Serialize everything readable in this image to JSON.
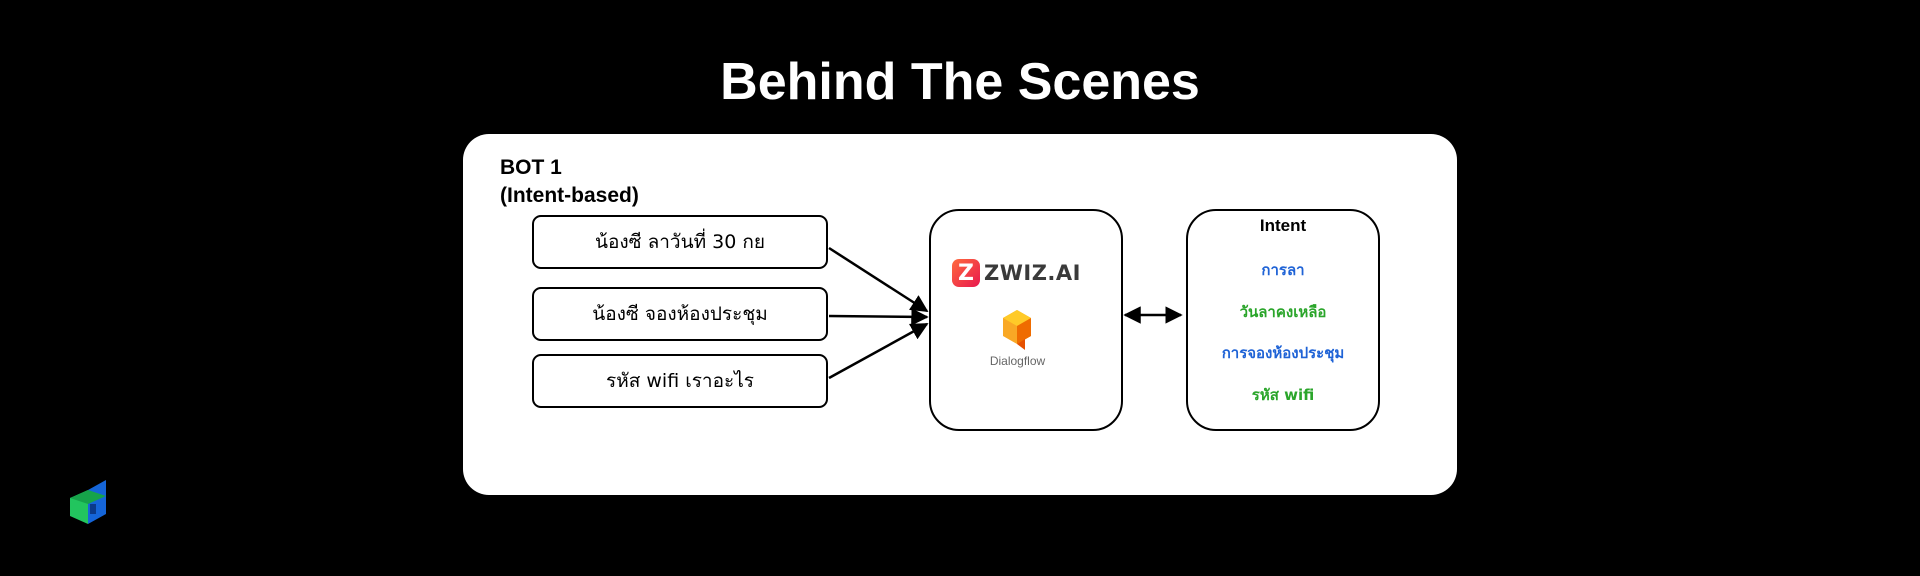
{
  "title": "Behind The Scenes",
  "bot": {
    "title_line1": "BOT 1",
    "title_line2": "(Intent-based)"
  },
  "messages": [
    "น้องซี ลาวันที่ 30 กย",
    "น้องซี จองห้องประชุม",
    "รหัส wifi เราอะไร"
  ],
  "nlu": {
    "zwiz_label": "ZWIZ.AI",
    "zwiz_logo_glyph": "Z",
    "dialogflow_label": "Dialogflow"
  },
  "intent": {
    "heading": "Intent",
    "items": [
      {
        "label": "การลา",
        "color": "#1f63d6"
      },
      {
        "label": "วันลาคงเหลือ",
        "color": "#2aa52a"
      },
      {
        "label": "การจองห้องประชุม",
        "color": "#1f63d6"
      },
      {
        "label": "รหัส wifi",
        "color": "#2aa52a"
      }
    ]
  },
  "colors": {
    "background": "#000000",
    "panel": "#ffffff",
    "blue": "#1f63d6",
    "green": "#2aa52a"
  }
}
